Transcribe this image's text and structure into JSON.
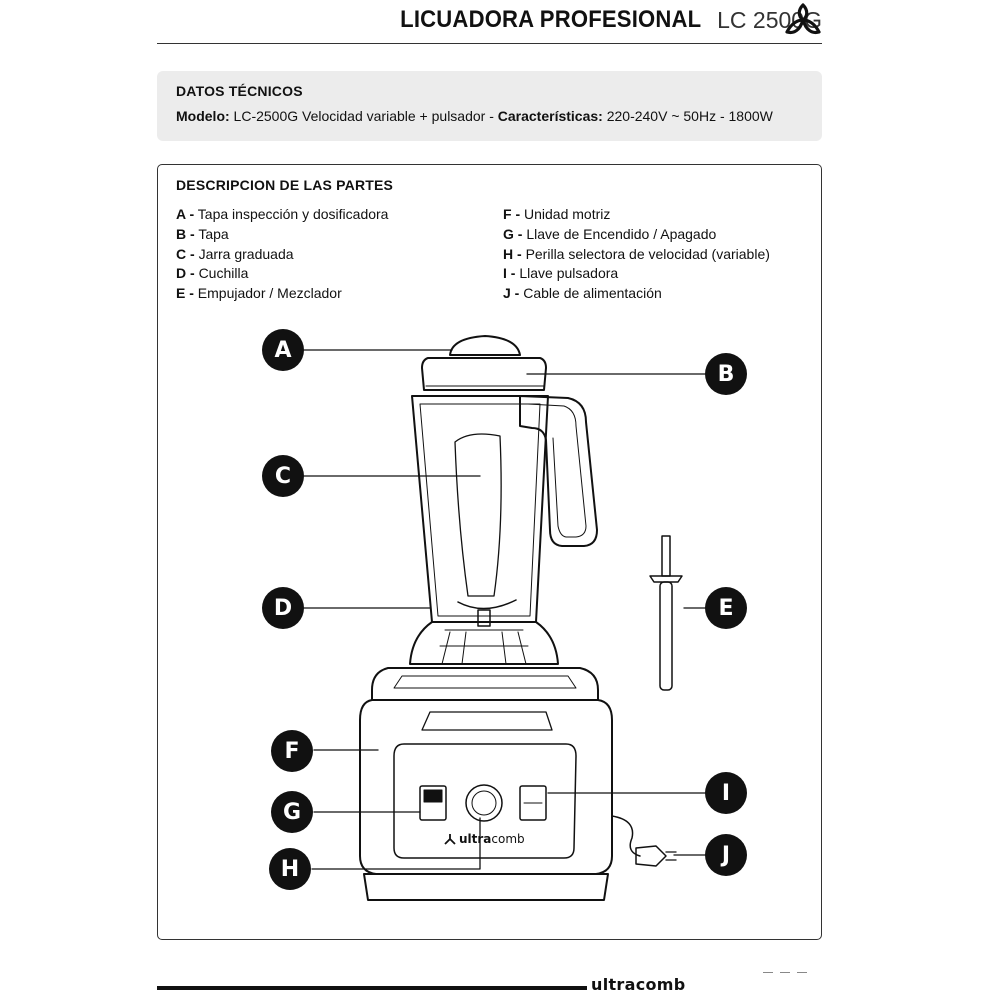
{
  "header": {
    "title": "LICUADORA PROFESIONAL",
    "model": "LC 2500G",
    "logo_icon": "three-blade-logo-icon"
  },
  "specs": {
    "title": "DATOS TÉCNICOS",
    "model_label": "Modelo:",
    "model_value": "LC-2500G Velocidad variable + pulsador -",
    "features_label": "Características:",
    "features_value": "220-240V ~ 50Hz - 1800W"
  },
  "parts": {
    "title": "DESCRIPCION DE LAS PARTES",
    "left": [
      {
        "letter": "A -",
        "text": "Tapa inspección y dosificadora"
      },
      {
        "letter": "B -",
        "text": "Tapa"
      },
      {
        "letter": "C -",
        "text": "Jarra graduada"
      },
      {
        "letter": "D -",
        "text": "Cuchilla"
      },
      {
        "letter": "E -",
        "text": "Empujador / Mezclador"
      }
    ],
    "right": [
      {
        "letter": "F -",
        "text": "Unidad motriz"
      },
      {
        "letter": "G -",
        "text": "Llave de Encendido / Apagado"
      },
      {
        "letter": "H -",
        "text": "Perilla selectora de velocidad (variable)"
      },
      {
        "letter": "I -",
        "text": "Llave pulsadora"
      },
      {
        "letter": "J -",
        "text": "Cable de alimentación"
      }
    ]
  },
  "diagram": {
    "callouts": [
      "A",
      "B",
      "C",
      "D",
      "E",
      "F",
      "G",
      "H",
      "I",
      "J"
    ],
    "panel_brand_prefix": "ultra",
    "panel_brand_suffix": "comb"
  },
  "footer": {
    "brand": "ultracomb"
  }
}
